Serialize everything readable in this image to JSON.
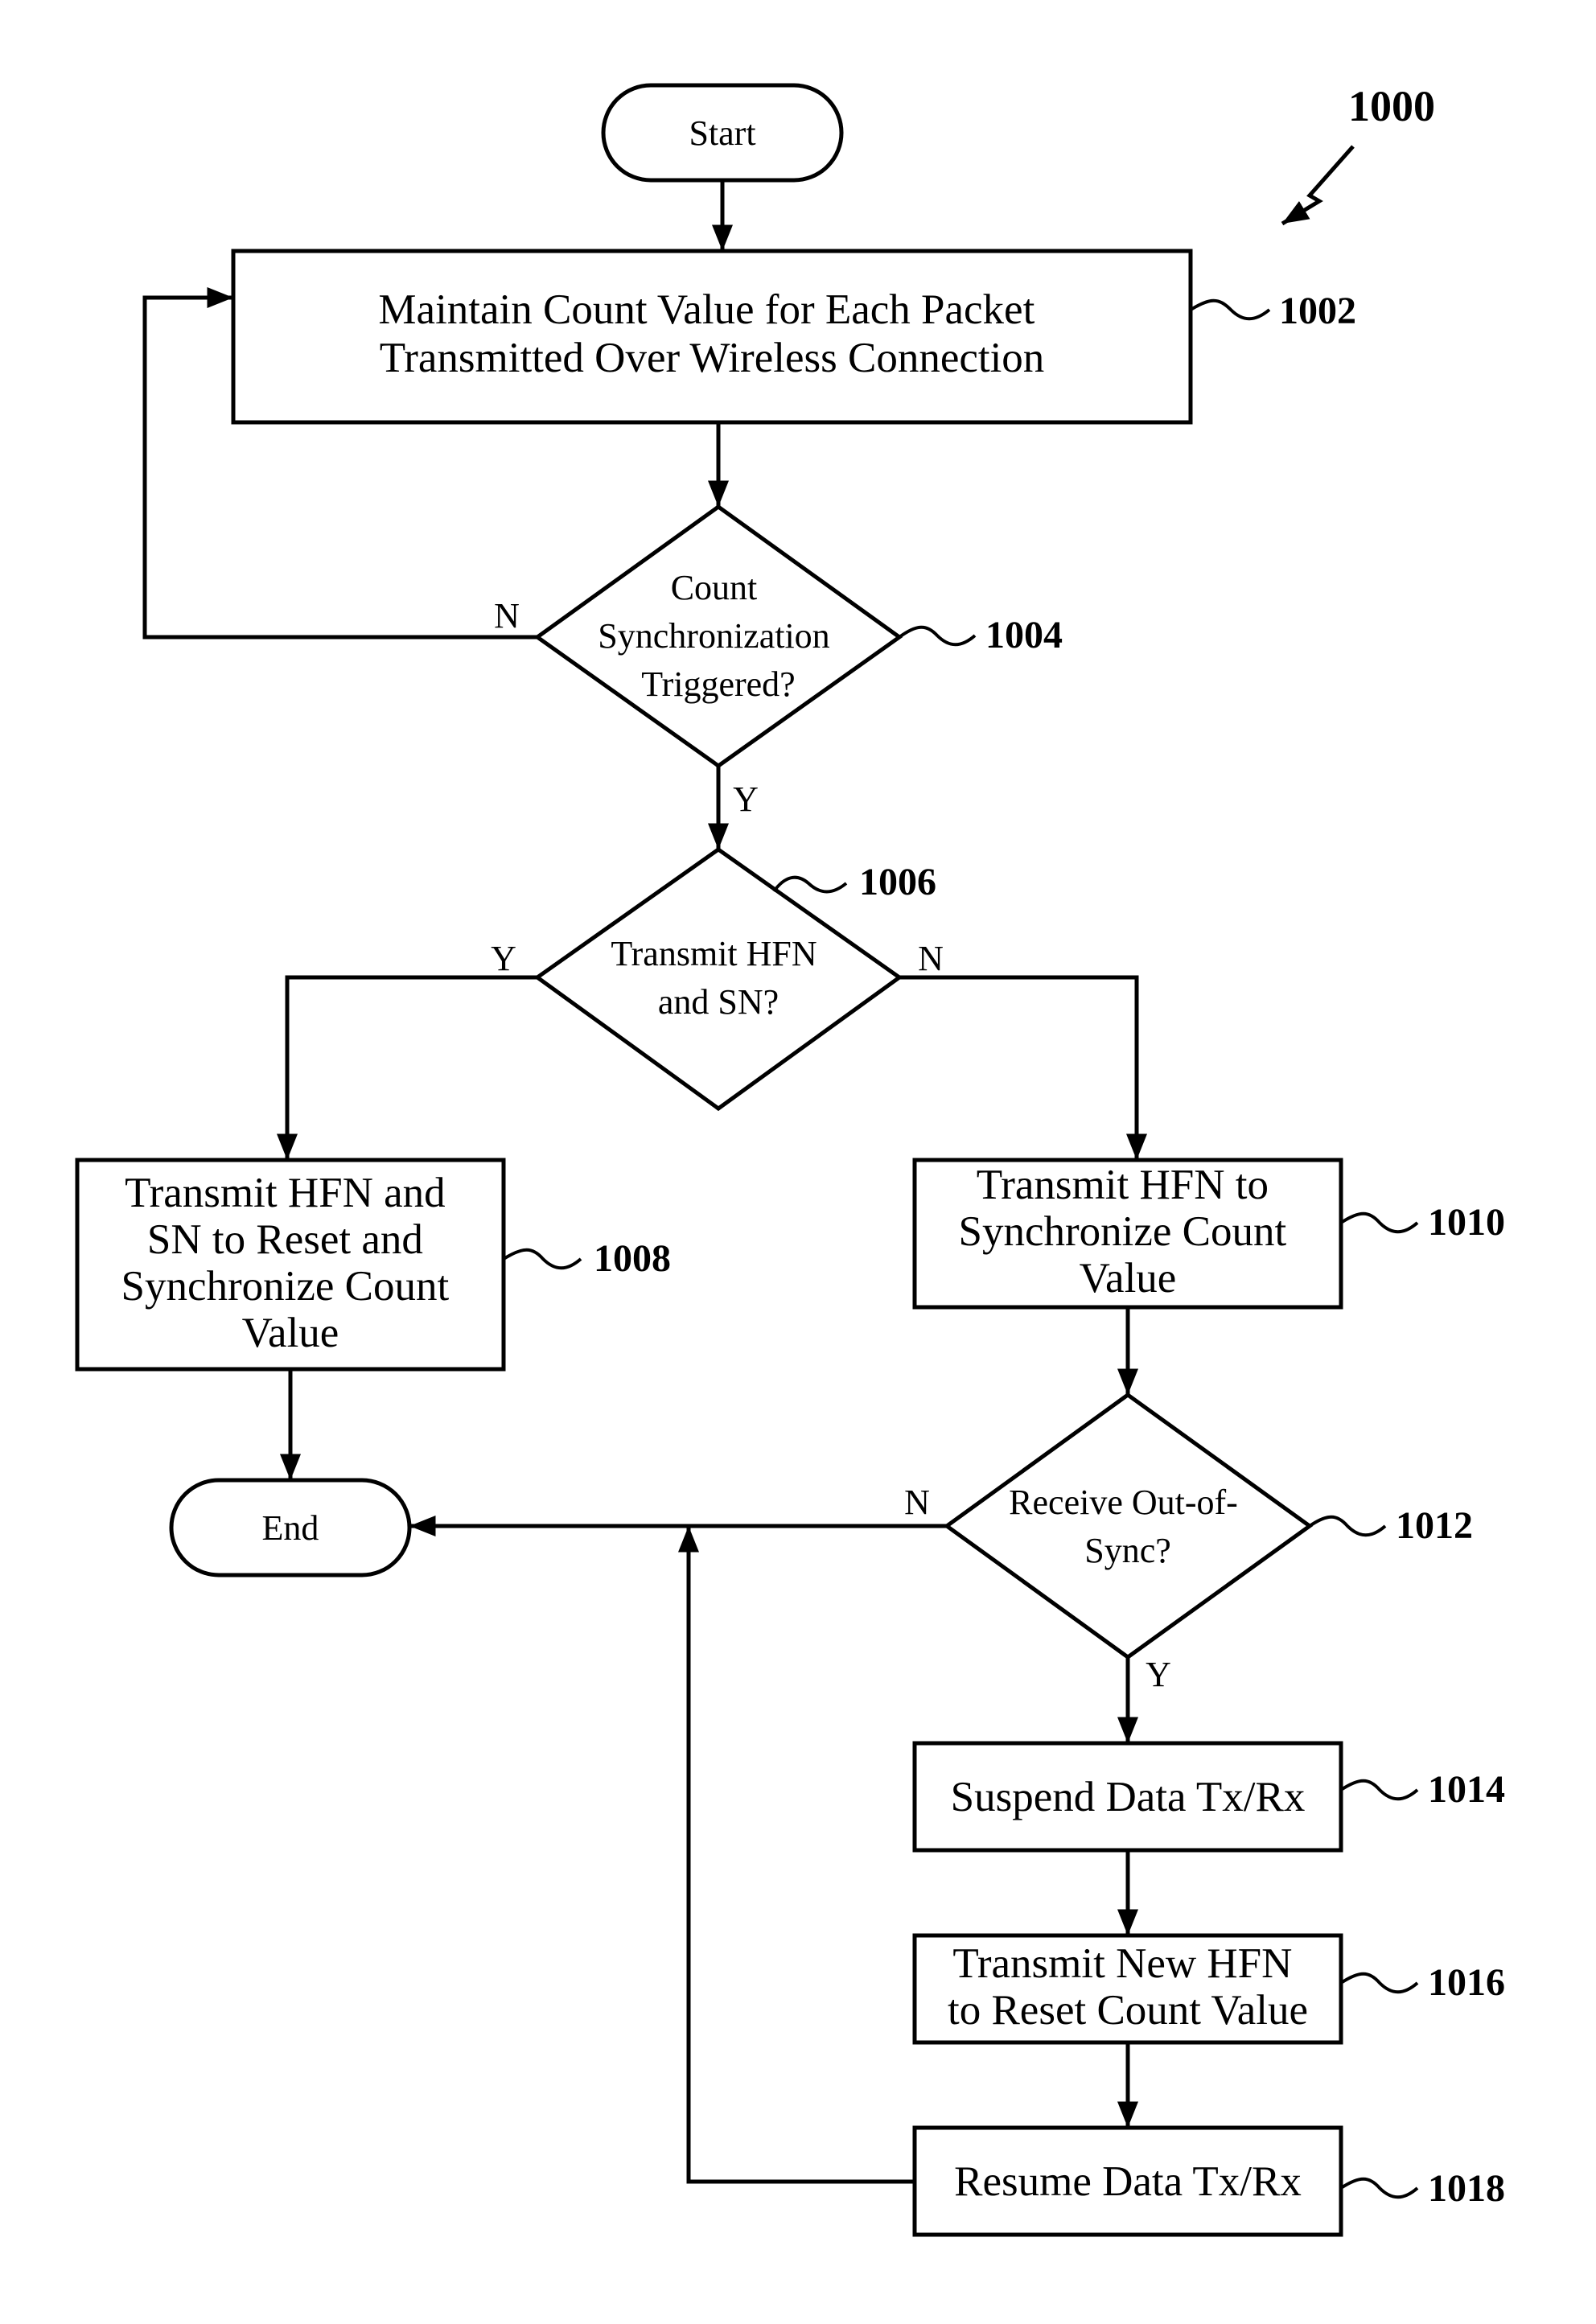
{
  "figure_number": "1000",
  "colors": {
    "stroke": "#000000",
    "background": "#ffffff"
  },
  "nodes": {
    "start": {
      "label": "Start"
    },
    "end": {
      "label": "End"
    },
    "step_1002": {
      "ref": "1002",
      "lines": [
        "Maintain Count Value for Each Packet",
        "Transmitted Over Wireless Connection"
      ]
    },
    "step_1004": {
      "ref": "1004",
      "lines": [
        "Count",
        "Synchronization",
        "Triggered?"
      ]
    },
    "step_1006": {
      "ref": "1006",
      "lines": [
        "Transmit HFN",
        "and SN?"
      ]
    },
    "step_1008": {
      "ref": "1008",
      "lines": [
        "Transmit HFN and",
        "SN to Reset and",
        "Synchronize Count",
        "Value"
      ]
    },
    "step_1010": {
      "ref": "1010",
      "lines": [
        "Transmit HFN to",
        "Synchronize Count",
        "Value"
      ]
    },
    "step_1012": {
      "ref": "1012",
      "lines": [
        "Receive Out-of-",
        "Sync?"
      ]
    },
    "step_1014": {
      "ref": "1014",
      "lines": [
        "Suspend Data Tx/Rx"
      ]
    },
    "step_1016": {
      "ref": "1016",
      "lines": [
        "Transmit New HFN",
        "to Reset Count Value"
      ]
    },
    "step_1018": {
      "ref": "1018",
      "lines": [
        "Resume Data Tx/Rx"
      ]
    }
  },
  "edge_labels": {
    "d1004_no": "N",
    "d1004_yes": "Y",
    "d1006_yes": "Y",
    "d1006_no": "N",
    "d1012_no": "N",
    "d1012_yes": "Y"
  }
}
